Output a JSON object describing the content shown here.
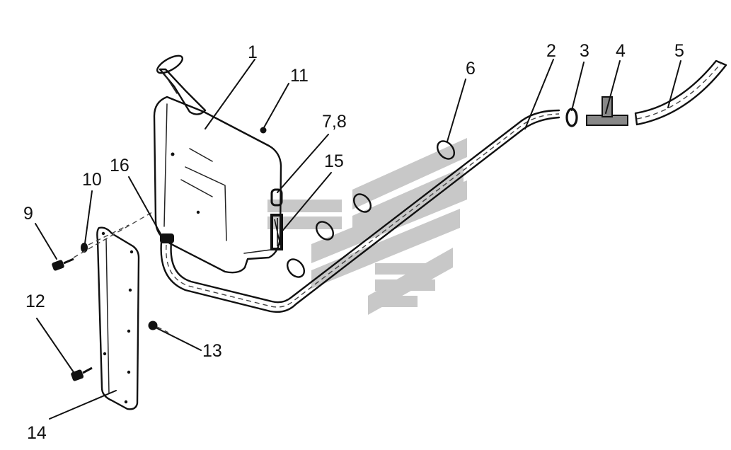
{
  "diagram": {
    "background_color": "#ffffff",
    "line_color": "#111111",
    "watermark_color": "#c8c8c8",
    "labels": {
      "p1": "1",
      "p2": "2",
      "p3": "3",
      "p4": "4",
      "p5": "5",
      "p6": "6",
      "p78": "7,8",
      "p9": "9",
      "p10": "10",
      "p11": "11",
      "p12": "12",
      "p13": "13",
      "p14": "14",
      "p15": "15",
      "p16": "16"
    }
  }
}
